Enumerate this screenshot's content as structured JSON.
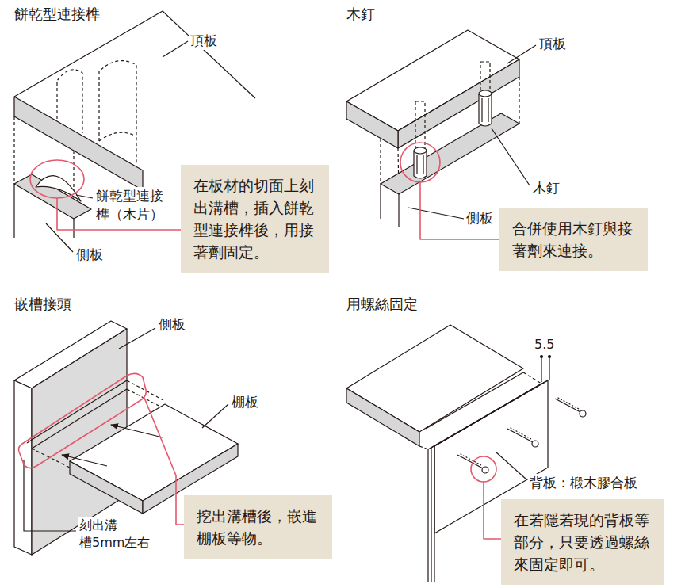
{
  "diagram": {
    "nodes": [
      {
        "text": [
          "在板材的切面上刻 出溝槽，插入餅乾 型連接榫後，用接 著劑固定。"
        ]
      },
      {
        "text": [
          "合併使用木釘與接 著劑來連接。"
        ]
      },
      {
        "text": [
          "挖出溝槽後，嵌進 棚板等物。"
        ]
      },
      {
        "text": [
          "在若隱若現的背板等 部分，只要透過螺絲 來固定即可。"
        ]
      }
    ],
    "labels": [
      "餅乾型連接榫",
      "頂板",
      "餅乾型連接 榫（木片）",
      "側板",
      "木釘",
      "頂板",
      "木釘",
      "側板",
      "嵌槽接頭",
      "側板",
      "棚板",
      "刻出溝 槽5mm左右",
      "用螺絲固定",
      "5.5",
      "背板：椴木膠合板"
    ]
  }
}
